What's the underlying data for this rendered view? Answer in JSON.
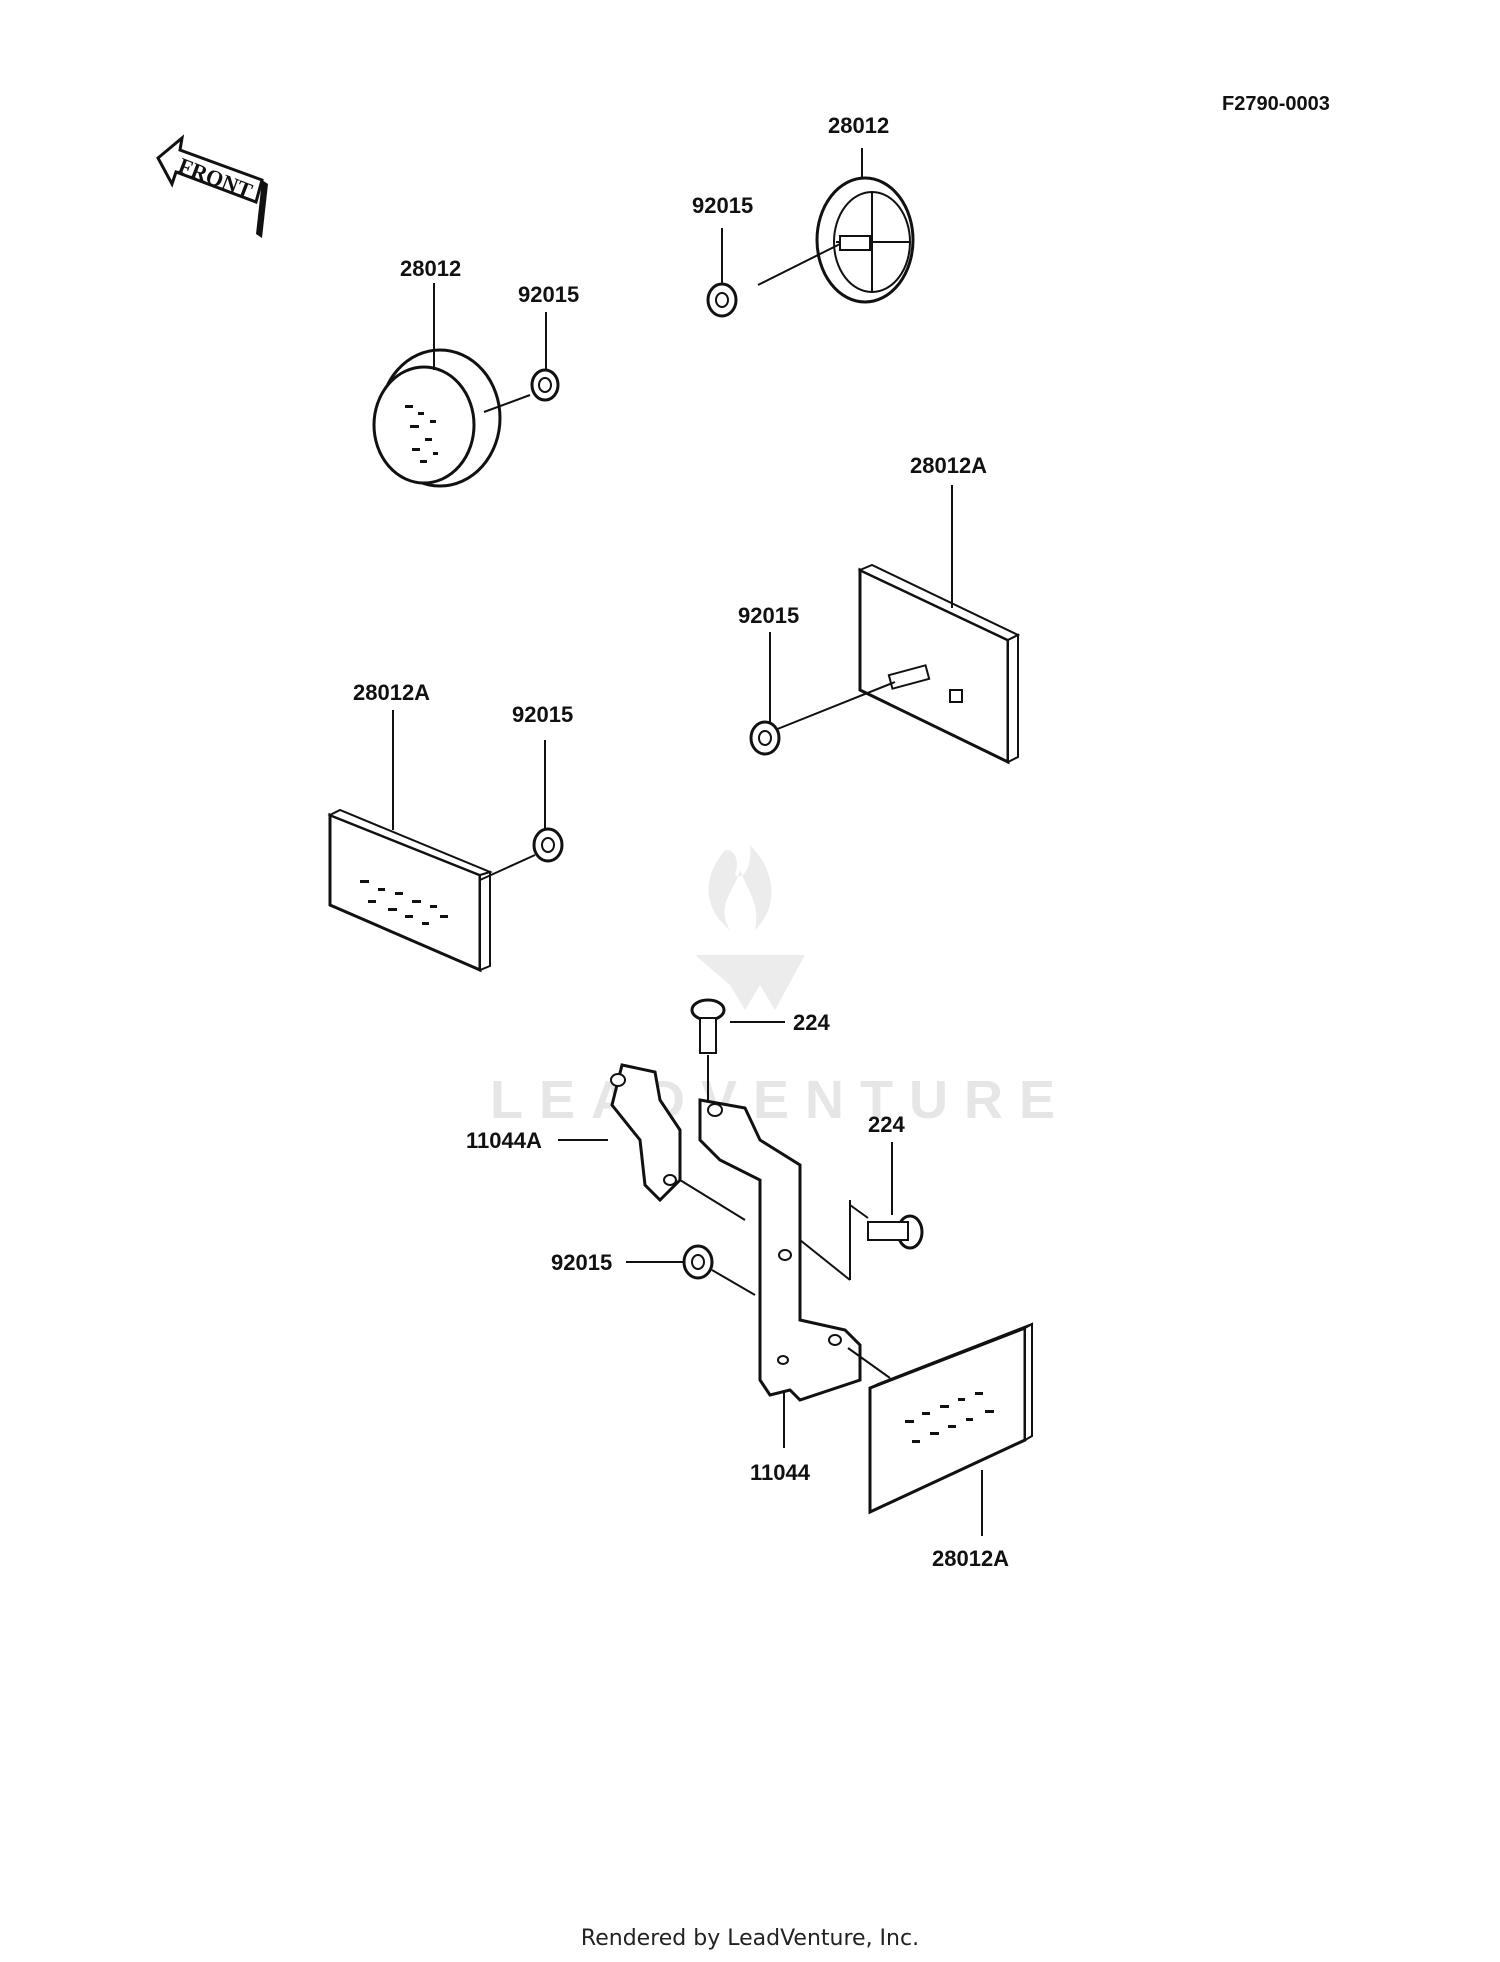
{
  "diagram": {
    "code": "F2790-0003",
    "front_label": "FRONT",
    "callouts": [
      "28012",
      "92015",
      "28012",
      "92015",
      "28012A",
      "92015",
      "28012A",
      "92015",
      "224",
      "224",
      "11044A",
      "92015",
      "11044",
      "28012A"
    ],
    "watermark": "LEADVENTURE"
  },
  "footer": {
    "text": "Rendered by LeadVenture, Inc."
  },
  "colors": {
    "line": "#111111",
    "watermark": "#e6e6e6",
    "background": "#ffffff"
  }
}
